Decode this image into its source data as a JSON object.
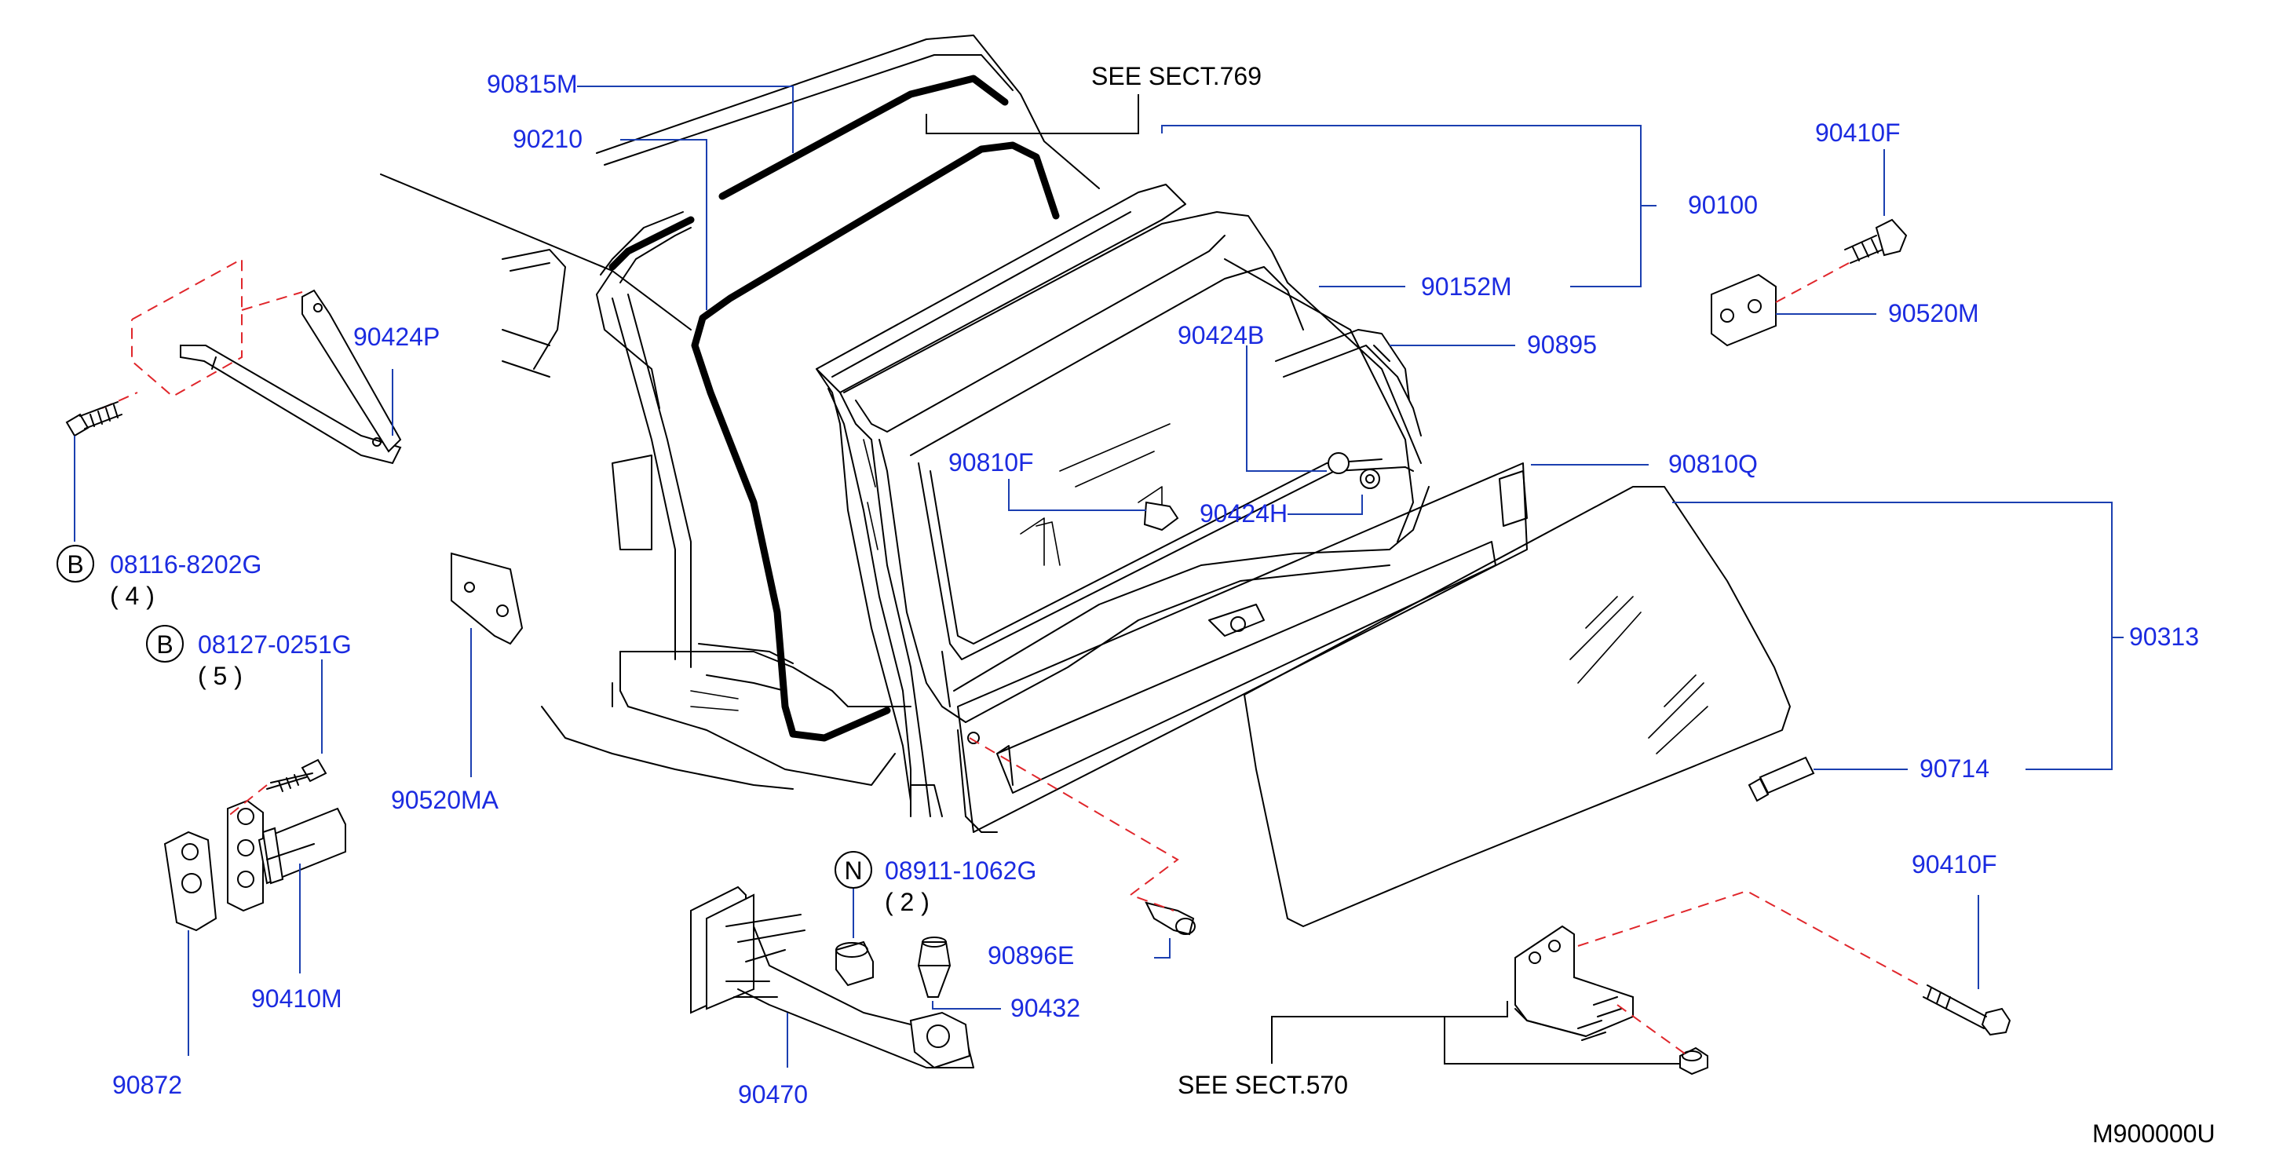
{
  "notes": {
    "see_769": "SEE   SECT.769",
    "see_570": "SEE   SECT.570",
    "diagram_code": "M900000U"
  },
  "parts": {
    "p90815M": "90815M",
    "p90210": "90210",
    "p90100": "90100",
    "p90152M": "90152M",
    "p90410F_top": "90410F",
    "p90520M": "90520M",
    "p90424P": "90424P",
    "p90424B": "90424B",
    "p90895": "90895",
    "p90810F": "90810F",
    "p90424H": "90424H",
    "p90810Q": "90810Q",
    "p90313": "90313",
    "p90520MA": "90520MA",
    "p90714": "90714",
    "p90410F_bottom": "90410F",
    "p90896E": "90896E",
    "p90432": "90432",
    "p90410M": "90410M",
    "p90872": "90872",
    "p90470": "90470"
  },
  "fasteners": {
    "b1": {
      "symbol": "B",
      "number": "08116-8202G",
      "qty": "( 4 )"
    },
    "b2": {
      "symbol": "B",
      "number": "08127-0251G",
      "qty": "( 5 )"
    },
    "n1": {
      "symbol": "N",
      "number": "08911-1062G",
      "qty": "( 2 )"
    }
  },
  "colors": {
    "part_label": "#1b2be0",
    "leader": "#1b3fb0",
    "dashed_link": "#e0262b",
    "outline": "#000000"
  }
}
